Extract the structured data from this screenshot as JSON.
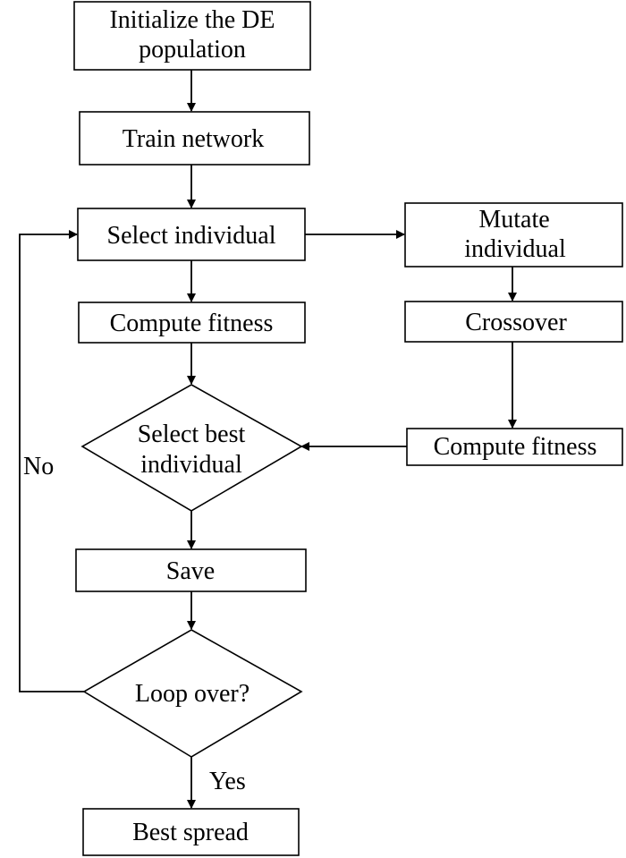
{
  "nodes": {
    "init": {
      "line1": "Initialize the DE",
      "line2": "population"
    },
    "train": {
      "label": "Train network"
    },
    "select": {
      "label": "Select individual"
    },
    "fitness_left": {
      "label": "Compute fitness"
    },
    "select_best": {
      "line1": "Select best",
      "line2": "individual"
    },
    "save": {
      "label": "Save"
    },
    "loop": {
      "label": "Loop over?"
    },
    "best_spread": {
      "label": "Best spread"
    },
    "mutate": {
      "line1": "Mutate",
      "line2": "individual"
    },
    "crossover": {
      "label": "Crossover"
    },
    "fitness_right": {
      "label": "Compute fitness"
    }
  },
  "edge_labels": {
    "no": "No",
    "yes": "Yes"
  },
  "colors": {
    "stroke": "#000000",
    "background": "#ffffff"
  }
}
